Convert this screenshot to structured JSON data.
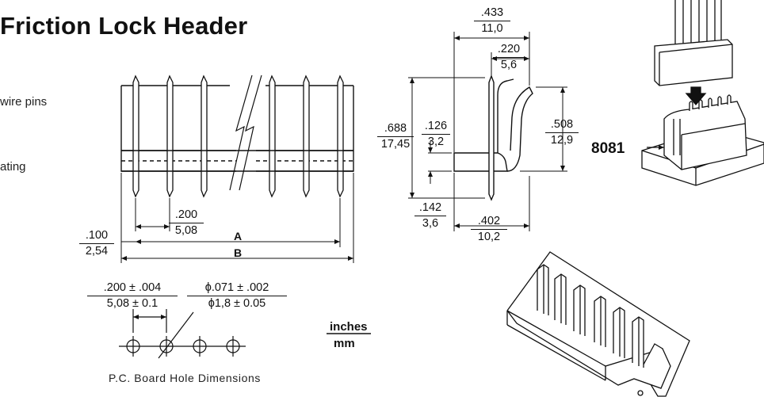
{
  "title": "Friction Lock Header",
  "side_text": [
    "wire pins",
    "ating"
  ],
  "units": {
    "top": "inches",
    "bottom": "mm"
  },
  "front_view": {
    "pitch": {
      "in": ".200",
      "mm": "5,08"
    },
    "width": {
      "in": ".100",
      "mm": "2,54"
    },
    "label_a": "A",
    "label_b": "B"
  },
  "side_view": {
    "overall_width": {
      "in": ".433",
      "mm": "11,0"
    },
    "tab_width": {
      "in": ".220",
      "mm": "5,6"
    },
    "overall_height": {
      "in": ".688",
      "mm": "17,45"
    },
    "upper_pin": {
      "in": ".126",
      "mm": "3,2"
    },
    "latch_height": {
      "in": ".508",
      "mm": "12,9"
    },
    "tail": {
      "in": ".142",
      "mm": "3,6"
    },
    "base_depth": {
      "in": ".402",
      "mm": "10,2"
    }
  },
  "hole_dimensions": {
    "spacing": {
      "in": ".200 ± .004",
      "mm": "5,08 ± 0.1"
    },
    "diameter": {
      "in": "ϕ.071 ± .002",
      "mm": "ϕ1,8 ± 0.05"
    },
    "caption": "P.C. Board Hole Dimensions"
  },
  "part_number": "8081"
}
